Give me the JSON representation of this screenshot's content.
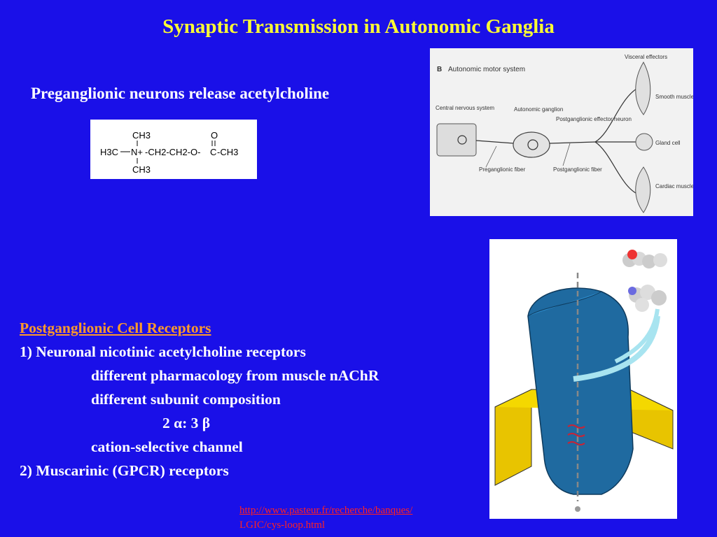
{
  "slide": {
    "title": "Synaptic Transmission in Autonomic Ganglia",
    "subtitle": "Preganglionic neurons release acetylcholine",
    "colors": {
      "background": "#1a10e8",
      "title": "#ffff33",
      "heading": "#ff9a2a",
      "link": "#ff2222"
    }
  },
  "formula": {
    "top": "CH3",
    "left": "H3C",
    "center": "N+",
    "chain": "-CH2-CH2-O-",
    "carbonyl": "C",
    "oxygen": "O",
    "end": "-CH3",
    "bottom": "CH3"
  },
  "diagram": {
    "section_letter": "B",
    "section_title": "Autonomic motor system",
    "visceral_effectors": "Visceral effectors",
    "cns": "Central nervous system",
    "ganglion": "Autonomic ganglion",
    "postganglionic_neuron": "Postganglionic effector neuron",
    "preganglionic_fiber": "Preganglionic fiber",
    "postganglionic_fiber": "Postganglionic fiber",
    "smooth_muscle": "Smooth muscle",
    "gland_cell": "Gland cell",
    "cardiac_muscle": "Cardiac muscle"
  },
  "receptors": {
    "heading": "Postganglionic Cell Receptors",
    "item1": "1) Neuronal nicotinic acetylcholine receptors",
    "item1_a": "different pharmacology from muscle nAChR",
    "item1_b": "different subunit composition",
    "item1_c": "2 α: 3 β",
    "item1_d": "cation-selective channel",
    "item2": "2) Muscarinic (GPCR) receptors"
  },
  "link": {
    "line1": "http://www.pasteur.fr/recherche/banques/",
    "line2": "LGIC/cys-loop.html"
  }
}
